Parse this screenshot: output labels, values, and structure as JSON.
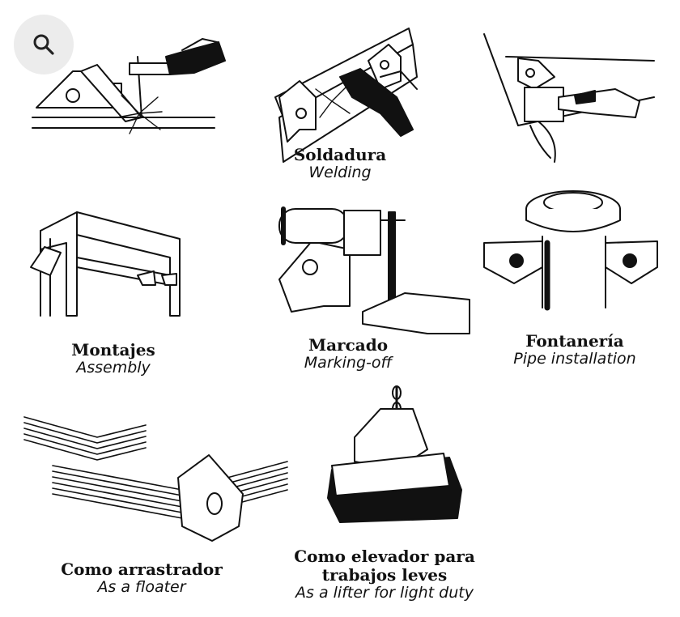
{
  "zoom_button": {
    "icon": "search-icon"
  },
  "captions": {
    "welding": {
      "es": "Soldadura",
      "en": "Welding"
    },
    "assembly": {
      "es": "Montajes",
      "en": "Assembly"
    },
    "marking": {
      "es": "Marcado",
      "en": "Marking-off"
    },
    "pipe": {
      "es": "Fontanería",
      "en": "Pipe installation"
    },
    "floater": {
      "es": "Como arrastrador",
      "en": "As a floater"
    },
    "lifter": {
      "es": "Como elevador para trabajos leves",
      "en": "As a lifter for light duty"
    }
  }
}
